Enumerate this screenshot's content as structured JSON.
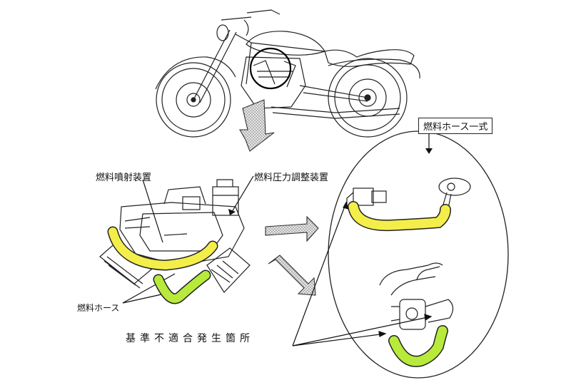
{
  "labels": {
    "fuel_injector": "燃料噴射装置",
    "pressure_regulator": "燃料圧力調整装置",
    "fuel_hose": "燃料ホース",
    "nonconformity_location": "基準不適合発生箇所",
    "fuel_hose_assembly": "燃料ホース一式"
  },
  "colors": {
    "line": "#222222",
    "yellow_hose": "#f4ee4a",
    "green_hose": "#b8ea3c",
    "arrow_fill": "#c8c8c8"
  }
}
